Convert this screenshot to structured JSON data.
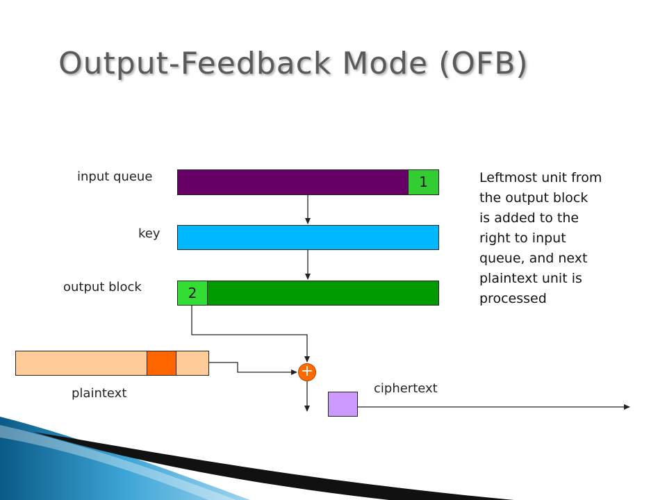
{
  "slide": {
    "title": "Output-Feedback Mode (OFB)"
  },
  "diagram": {
    "labels": {
      "input_queue": "input queue",
      "key": "key",
      "output_block": "output block",
      "plaintext": "plaintext",
      "ciphertext": "ciphertext"
    },
    "cells": {
      "input_queue_unit": "1",
      "output_block_unit": "2",
      "xor_symbol": "+"
    },
    "description_lines": [
      "Leftmost unit from",
      "the output block",
      "is added to the",
      "right to input",
      "queue, and next",
      "plaintext unit is",
      "processed"
    ],
    "colors": {
      "input_queue": "#660066",
      "input_queue_unit": "#33cc33",
      "key": "#00b8ff",
      "output_block": "#009900",
      "output_block_unit": "#33dd33",
      "plaintext": "#ffcc99",
      "plaintext_unit": "#ff6600",
      "xor": "#ff6a00",
      "ciphertext_unit": "#cc99ff"
    }
  }
}
